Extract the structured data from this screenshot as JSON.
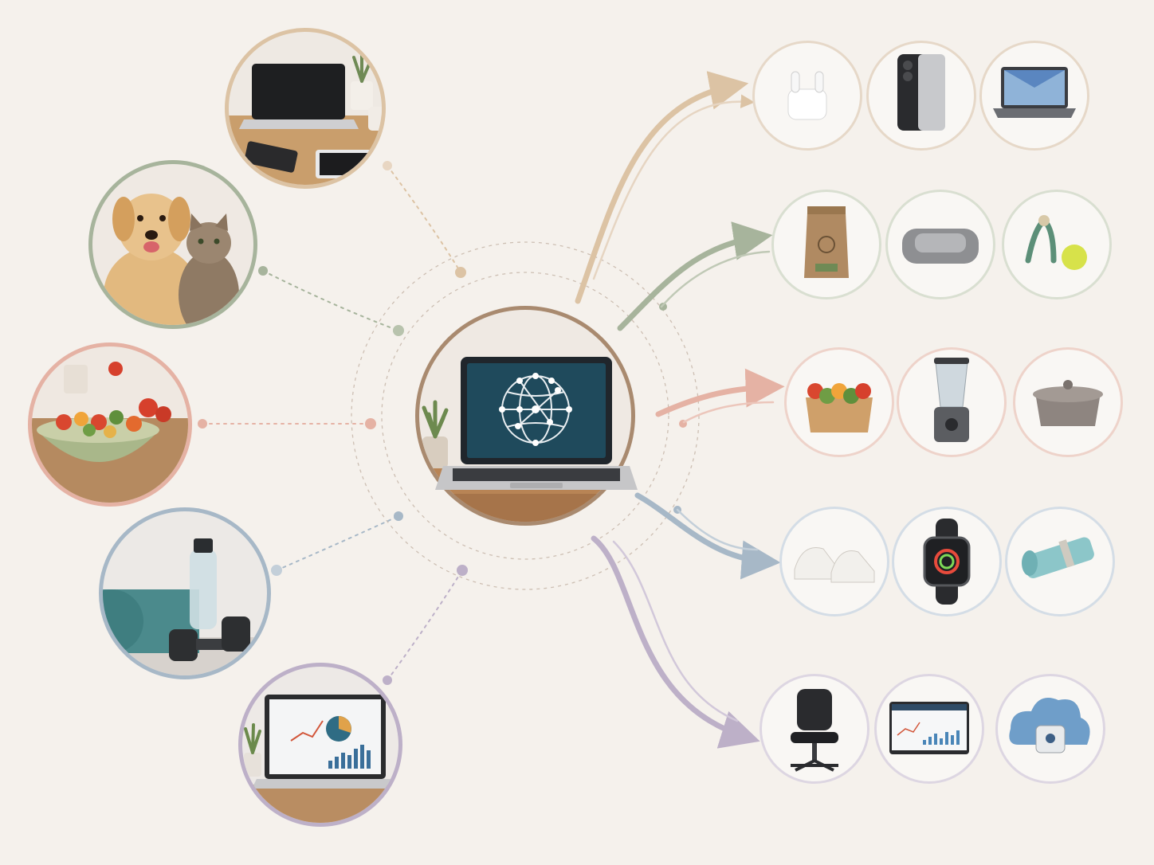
{
  "colors": {
    "background": "#f5f1ec",
    "tech": "#dcc3a4",
    "pets": "#a7b49c",
    "kitchen": "#e5b2a4",
    "fitness": "#a7b8c7",
    "work": "#bdb0c8",
    "center_ring": "#a98a6f"
  },
  "hub": {
    "name": "central-laptop-network-hub",
    "icon": "network-globe-icon"
  },
  "interests": [
    {
      "id": "tech",
      "icon": "laptop-desk-icon"
    },
    {
      "id": "pets",
      "icon": "dog-cat-icon"
    },
    {
      "id": "kitchen",
      "icon": "salad-bowl-icon"
    },
    {
      "id": "fitness",
      "icon": "yoga-dumbbell-icon"
    },
    {
      "id": "work",
      "icon": "analytics-laptop-icon"
    }
  ],
  "product_rows": [
    {
      "id": "tech",
      "products": [
        "earbuds-icon",
        "smartphone-icon",
        "laptop-icon"
      ]
    },
    {
      "id": "pets",
      "products": [
        "pet-food-bag-icon",
        "pet-bed-icon",
        "rope-toy-ball-icon"
      ]
    },
    {
      "id": "kitchen",
      "products": [
        "grocery-box-icon",
        "blender-icon",
        "dutch-oven-icon"
      ]
    },
    {
      "id": "fitness",
      "products": [
        "sneakers-icon",
        "smartwatch-icon",
        "rolled-mat-icon"
      ]
    },
    {
      "id": "work",
      "products": [
        "office-chair-icon",
        "dashboard-monitor-icon",
        "cloud-lock-icon"
      ]
    }
  ]
}
